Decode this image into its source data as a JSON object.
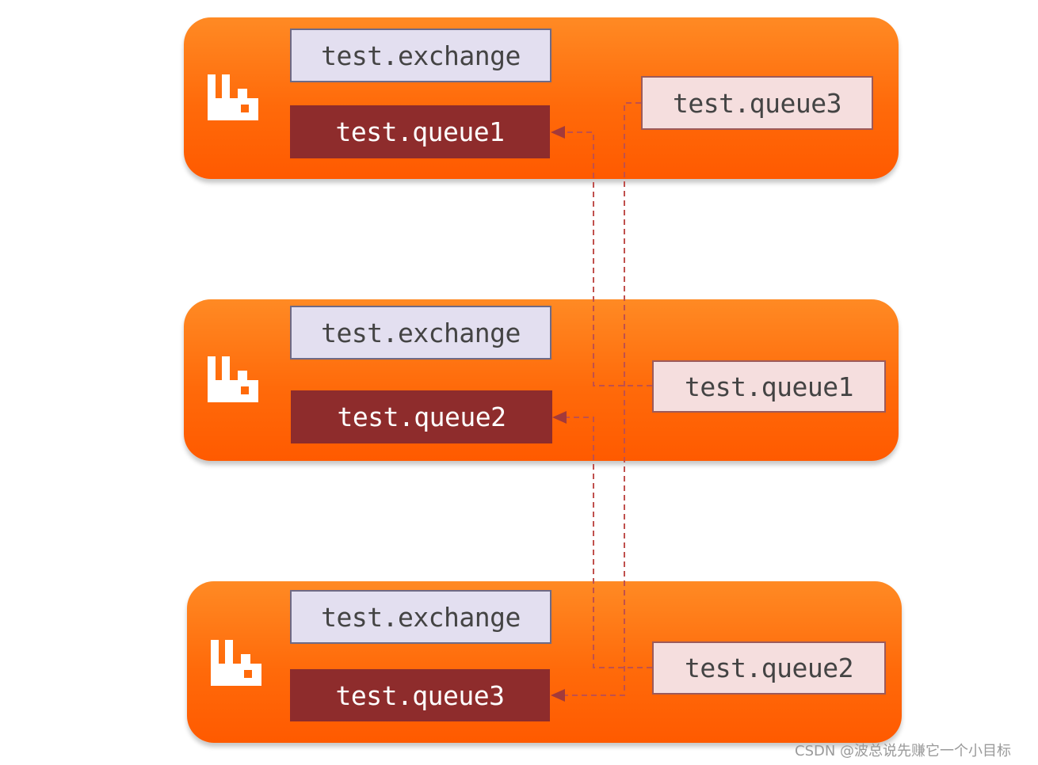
{
  "nodes": [
    {
      "exchange_label": "test.exchange",
      "local_queue_label": "test.queue1",
      "mirror_queue_label": "test.queue3"
    },
    {
      "exchange_label": "test.exchange",
      "local_queue_label": "test.queue2",
      "mirror_queue_label": "test.queue1"
    },
    {
      "exchange_label": "test.exchange",
      "local_queue_label": "test.queue3",
      "mirror_queue_label": "test.queue2"
    }
  ],
  "logo_icon": "rabbitmq-logo-icon",
  "colors": {
    "node_orange": "#ff6a0a",
    "exchange_fill": "#e3dff0",
    "local_queue_fill": "#8e2c2c",
    "mirror_queue_fill": "#f5dede",
    "link_dash": "#c0504d"
  },
  "watermark": "CSDN @波总说先赚它一个小目标"
}
